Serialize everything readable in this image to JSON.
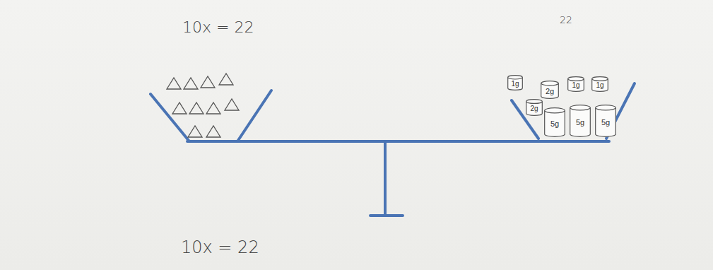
{
  "diagram": {
    "nodes": [
      {
        "text": [
          "1g"
        ]
      },
      {
        "text": [
          "2g"
        ]
      },
      {
        "text": [
          "1g"
        ]
      },
      {
        "text": [
          "1g"
        ]
      },
      {
        "text": [
          "2g"
        ]
      },
      {
        "text": [
          "5g"
        ]
      },
      {
        "text": [
          "5g"
        ]
      },
      {
        "text": [
          "5g"
        ]
      }
    ],
    "labels": [
      "10x = 22",
      "22",
      "10x = 22"
    ]
  }
}
